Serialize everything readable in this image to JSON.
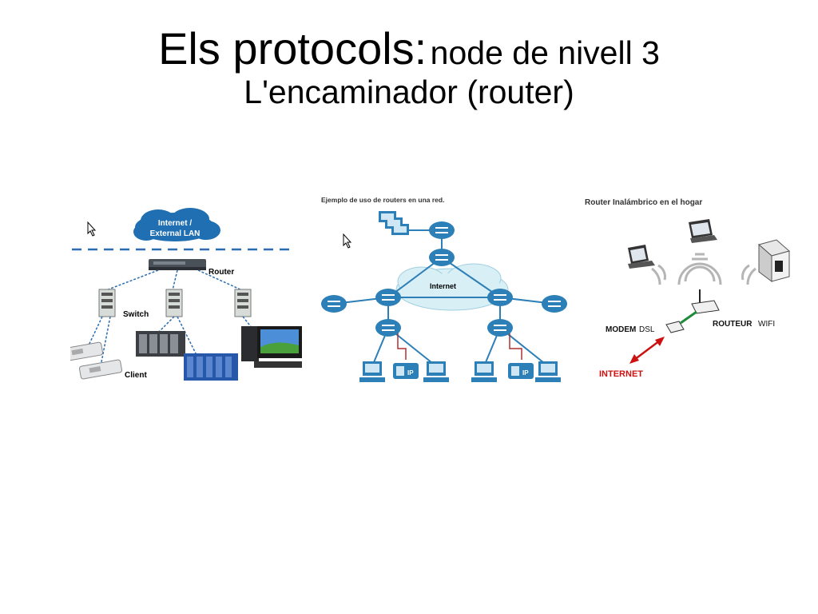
{
  "title": {
    "main": "Els protocols:",
    "sub": "node de nivell 3",
    "line2": "L'encaminador (router)"
  },
  "left_diagram": {
    "cloud_label_1": "Internet /",
    "cloud_label_2": "External LAN",
    "router_label": "Router",
    "switch_label": "Switch",
    "client_label": "Client"
  },
  "middle_diagram": {
    "caption": "Ejemplo de uso de routers en una red.",
    "cloud_label": "Internet",
    "phone_label_1": "IP",
    "phone_label_2": "IP"
  },
  "right_diagram": {
    "caption": "Router Inalámbrico en el hogar",
    "modem_label_bold": "MODEM",
    "modem_label_rest": " DSL",
    "router_label_bold": "ROUTEUR",
    "router_label_rest": " WIFI",
    "internet_label": "INTERNET"
  },
  "colors": {
    "router_blue": "#2d7fb7",
    "dashed_line": "#2b6cb0",
    "cloud_fill": "#1f6fb2",
    "internet_red": "#cc1111",
    "link_green": "#1e8a3a",
    "phone_line_red": "#b03030"
  }
}
